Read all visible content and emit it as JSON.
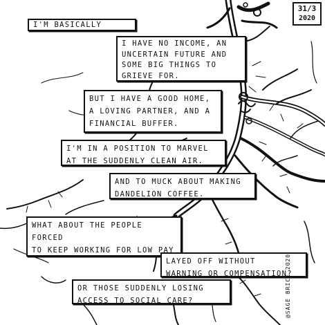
{
  "date": {
    "line1": "31/3",
    "line2": "2020"
  },
  "captions": [
    "I'M BASICALLY FINE.",
    "I HAVE NO INCOME, AN\nUNCERTAIN FUTURE AND\nSOME BIG THINGS TO\nGRIEVE FOR.",
    "BUT I HAVE A GOOD HOME,\nA LOVING PARTNER, AND A\nFINANCIAL BUFFER.",
    "I'M IN A POSITION TO MARVEL\nAT THE SUDDENLY CLEAN AIR.",
    "AND TO MUCK ABOUT MAKING\nDANDELION COFFEE.",
    "WHAT ABOUT THE PEOPLE FORCED\nTO KEEP WORKING FOR LOW PAY\nAND WITHOUT PPE?",
    "LAYED OFF WITHOUT\nWARNING OR COMPENSATION?",
    "OR THOSE SUDDENLY LOSING\nACCESS TO SOCIAL CARE?"
  ],
  "signature": "@SAGE BRICE 2020"
}
